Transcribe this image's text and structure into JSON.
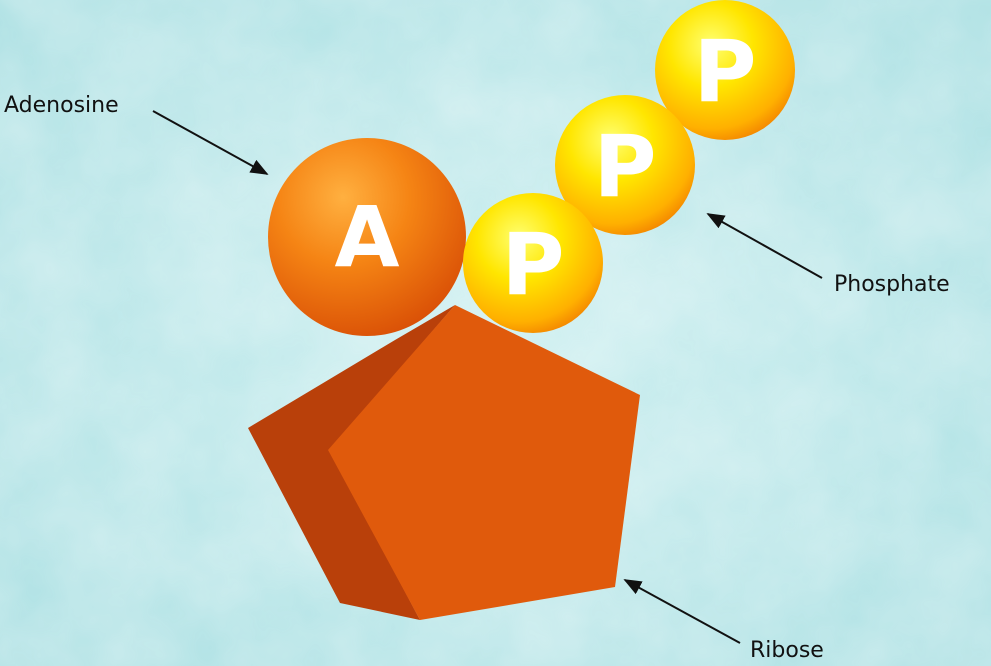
{
  "labels": {
    "adenosine": "Adenosine",
    "phosphate": "Phosphate",
    "ribose": "Ribose"
  },
  "balls": {
    "adenosine_letter": "A",
    "phosphate_letter_1": "P",
    "phosphate_letter_2": "P",
    "phosphate_letter_3": "P"
  },
  "colors": {
    "background": "#b9e6e8",
    "adenosine": "#f07a10",
    "phosphate": "#ffe000",
    "ribose_front": "#e05a0c",
    "ribose_side": "#b9400a",
    "label_text": "#111111"
  }
}
